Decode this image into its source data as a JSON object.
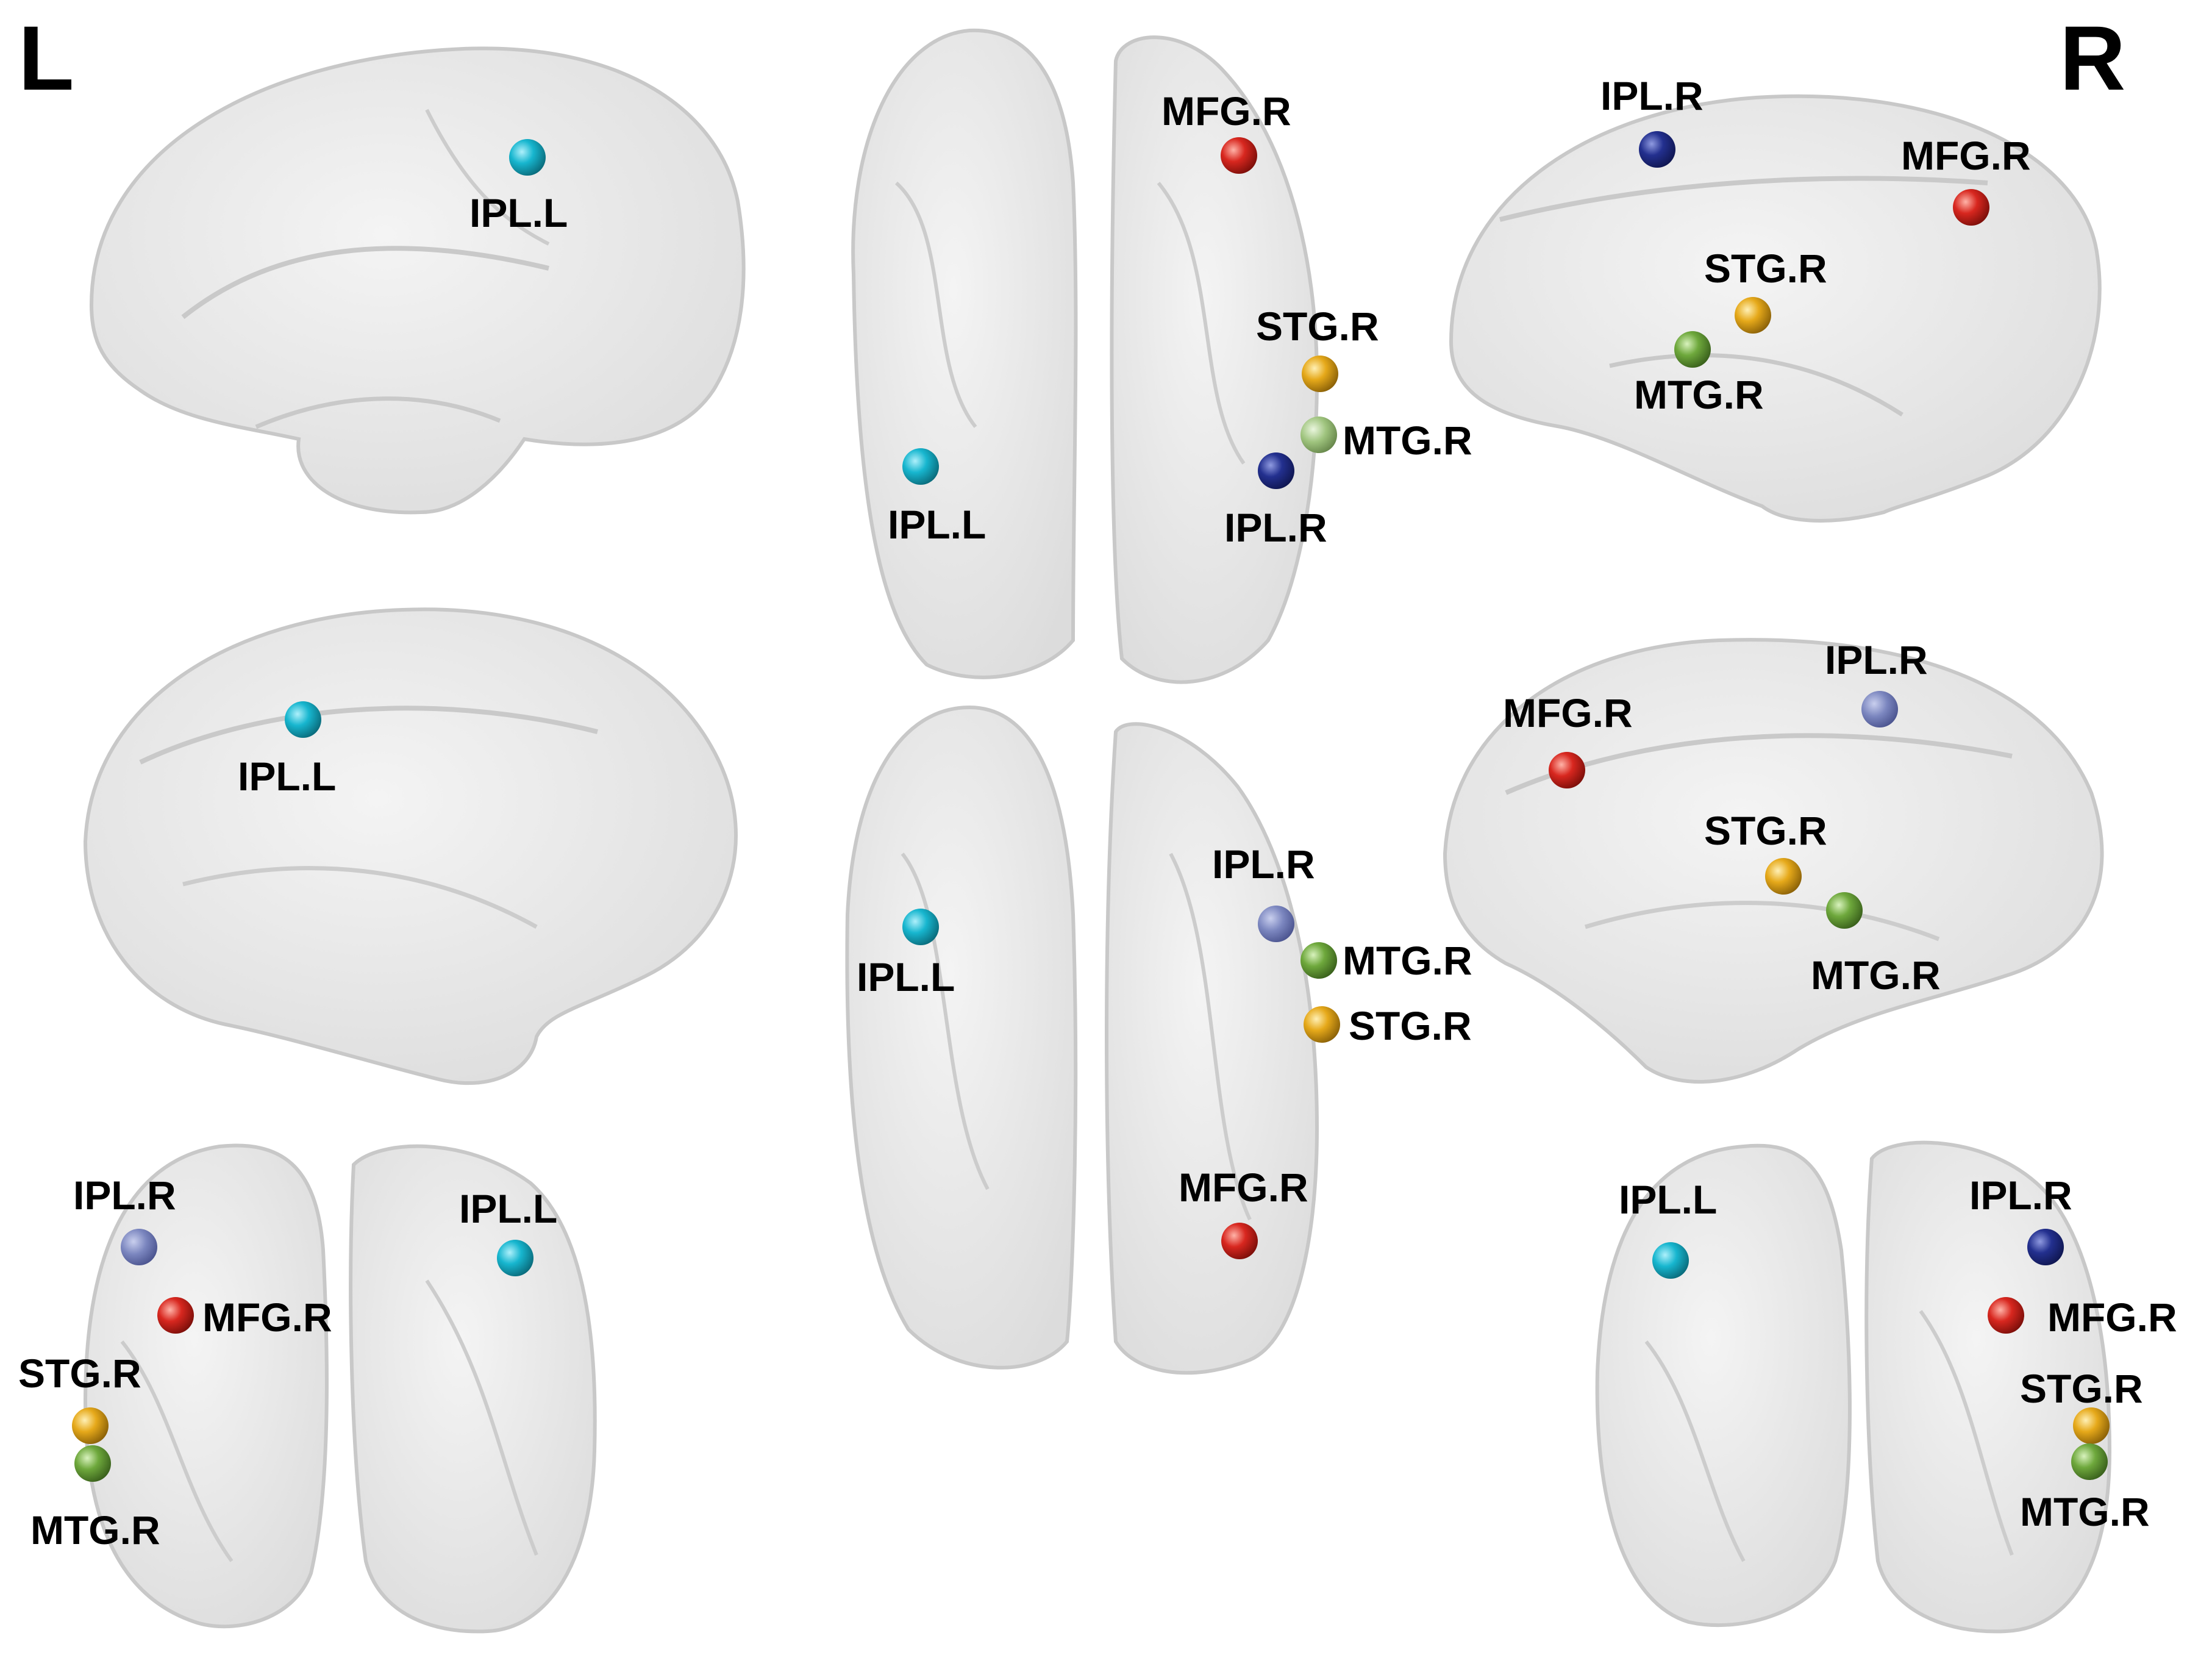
{
  "hemisphere_labels": {
    "left": "L",
    "right": "R"
  },
  "colors": {
    "IPL.L": "#17b6cf",
    "IPL.R": "#23308f",
    "IPL.R_faint": "#7b86bf",
    "MFG.R": "#d8271f",
    "STG.R": "#e6a91a",
    "MTG.R": "#6ea83c",
    "MTG.R_faint": "#9fc47e",
    "brain_fill": "#e9e9e9",
    "brain_stroke": "#cfcfcf"
  },
  "roi_names": {
    "ipl_l": "IPL.L",
    "ipl_r": "IPL.R",
    "mfg_r": "MFG.R",
    "stg_r": "STG.R",
    "mtg_r": "MTG.R"
  },
  "views": [
    {
      "name": "left-lateral",
      "rois": [
        "IPL.L"
      ]
    },
    {
      "name": "superior",
      "rois": [
        "MFG.R",
        "STG.R",
        "MTG.R",
        "IPL.L",
        "IPL.R"
      ]
    },
    {
      "name": "right-lateral",
      "rois": [
        "IPL.R",
        "MFG.R",
        "STG.R",
        "MTG.R"
      ]
    },
    {
      "name": "left-medial",
      "rois": [
        "IPL.L"
      ]
    },
    {
      "name": "inferior",
      "rois": [
        "IPL.R",
        "MTG.R",
        "STG.R",
        "IPL.L",
        "MFG.R"
      ]
    },
    {
      "name": "right-medial",
      "rois": [
        "IPL.R",
        "MFG.R",
        "STG.R",
        "MTG.R"
      ]
    },
    {
      "name": "anterior",
      "rois": [
        "IPL.R",
        "MFG.R",
        "STG.R",
        "MTG.R",
        "IPL.L"
      ]
    },
    {
      "name": "posterior",
      "rois": [
        "IPL.L",
        "IPL.R",
        "MFG.R",
        "STG.R",
        "MTG.R"
      ]
    }
  ]
}
